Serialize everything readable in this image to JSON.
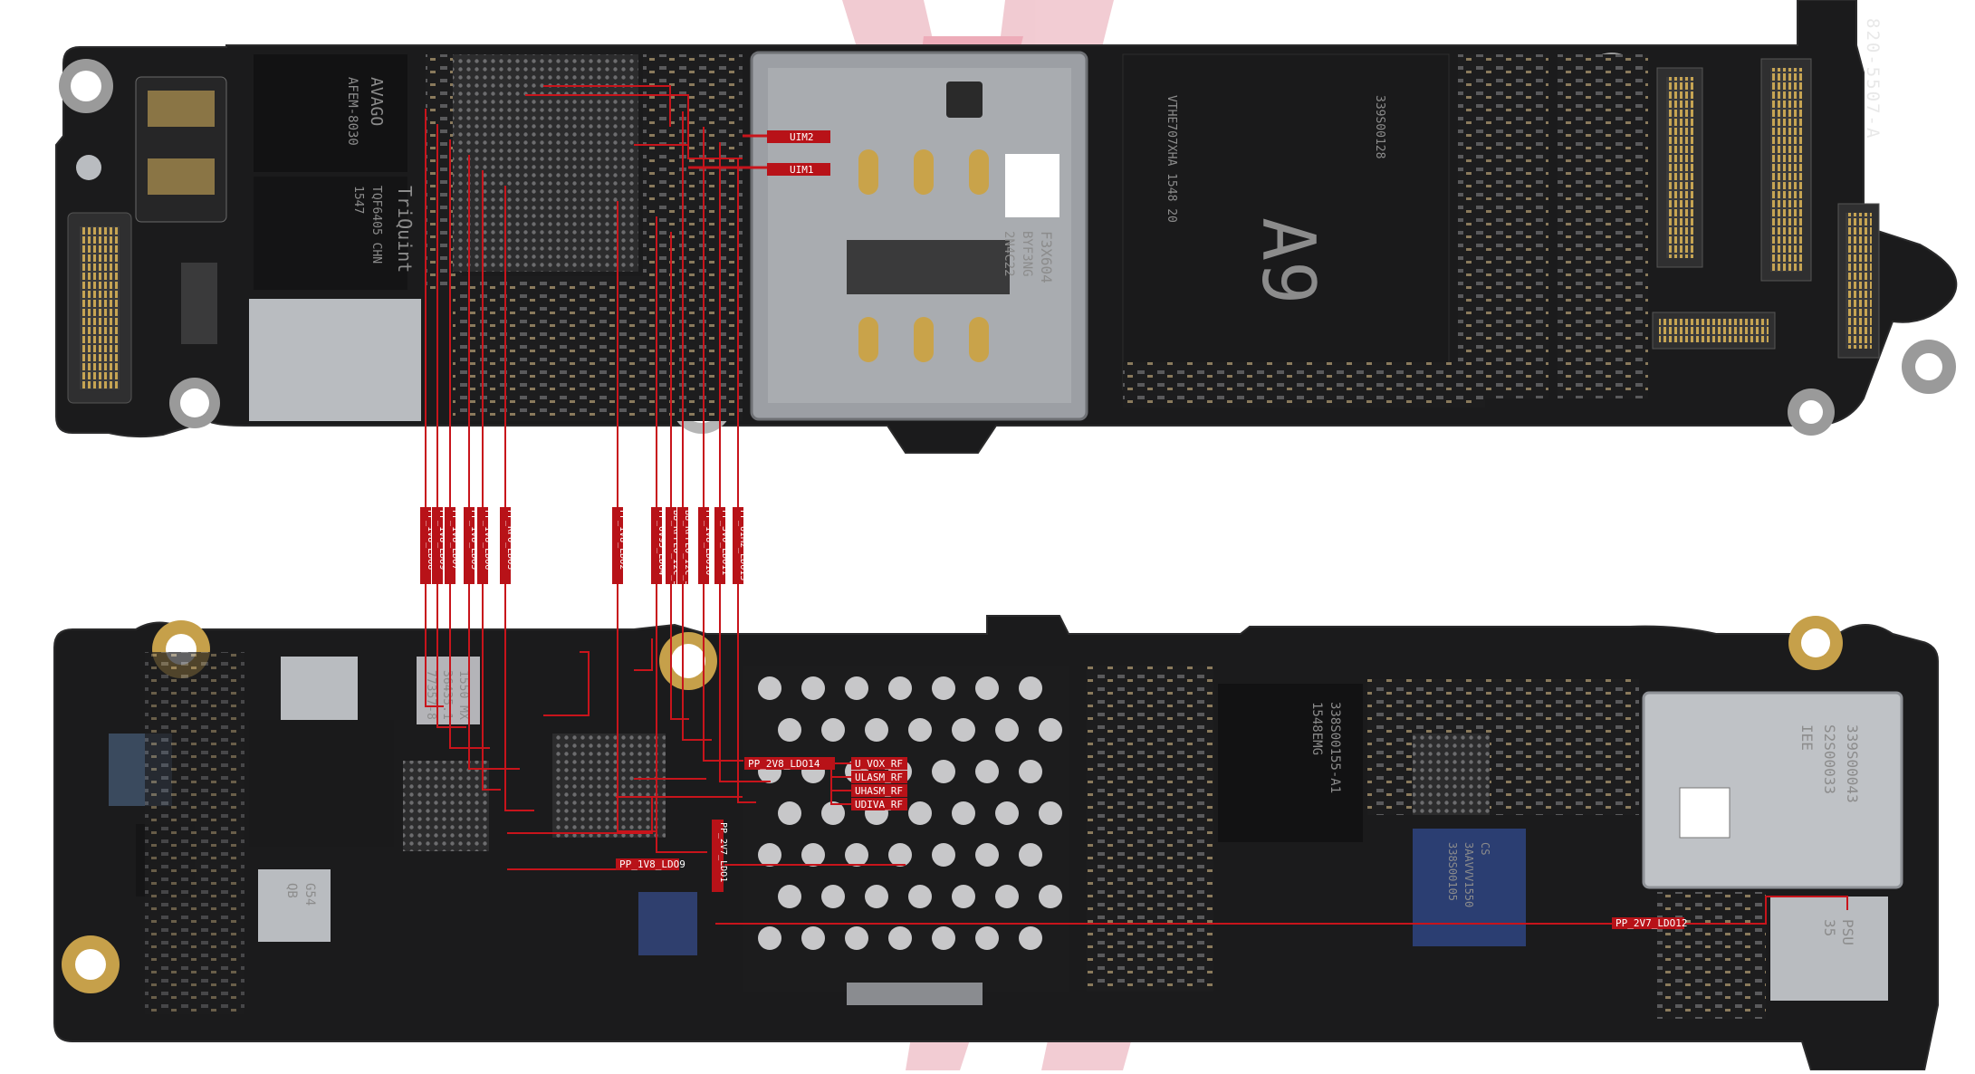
{
  "board": {
    "part_number": "820-5507-A",
    "cpu_marking": "A9",
    "cpu_line1": "339S00128",
    "cpu_line2": "VTHE707XHA 1548 20",
    "sim_code": "F3X604",
    "sim_sub": "BYF3NG",
    "sim_sub2": "2N4C22",
    "rf_chip_top": "TriQuint",
    "rf_chip_line": "TQF6405 CHN",
    "rf_chip_line2": "1547",
    "avago_line": "AVAGO",
    "avago_code": "AFEM-8030",
    "bottom_chip_a": "338S00155-A1",
    "bottom_chip_a2": "1548EMG",
    "bottom_chip_b": "338S00105",
    "bottom_chip_b2": "3AAVVV1550",
    "bottom_chip_b3": "CS",
    "bottom_shield": "339S00043",
    "bottom_shield2": "S2S00033",
    "bottom_shield3": "IEE",
    "small_chip_code": "35",
    "small_chip_code2": "PSU",
    "left_chip": "77357-8",
    "left_chip2": "36435.1",
    "left_chip3": "1550 MX",
    "bottom_left_chip": "QB",
    "bottom_left_chip2": "G54"
  },
  "top_labels": {
    "uim2": "UIM2",
    "uim1": "UIM1"
  },
  "vertical_labels": [
    "PP_1V8_LDO8",
    "PP_1V8_LDO9",
    "PP_1V8_LDO7",
    "PP_1V8_LDO5",
    "PP_1V8_LDO6",
    "PP_RF0_LDO3",
    "PP_1V8_LDO2",
    "PP_0V95_LDO4",
    "BB_RFFE0_I2C_SDA",
    "BB_RFFE0_I2C_SCL",
    "PP_1V8_LDO10",
    "PP_3V0_LDO11",
    "PP_UIM2_LDO13"
  ],
  "bottom_labels": {
    "ldo14": "PP_2V8_LDO14",
    "u_vox": "U_VOX_RF",
    "ulasm": "ULASM_RF",
    "uhasm": "UHASM_RF",
    "udiva": "UDIVA_RF",
    "ldo9b": "PP_1V8_LDO9",
    "ldo1": "PP_2V7_LDO1",
    "ldo12": "PP_2V7_LDO12"
  },
  "colors": {
    "pcb": "#1b1b1c",
    "pcb_edge": "#2a2a2b",
    "trace": "#c8141b",
    "label_bg": "#b81218",
    "watermark": "#d8314a",
    "gold": "#c9a85a",
    "silver": "#b9bcc0",
    "shield": "#8f9297"
  }
}
